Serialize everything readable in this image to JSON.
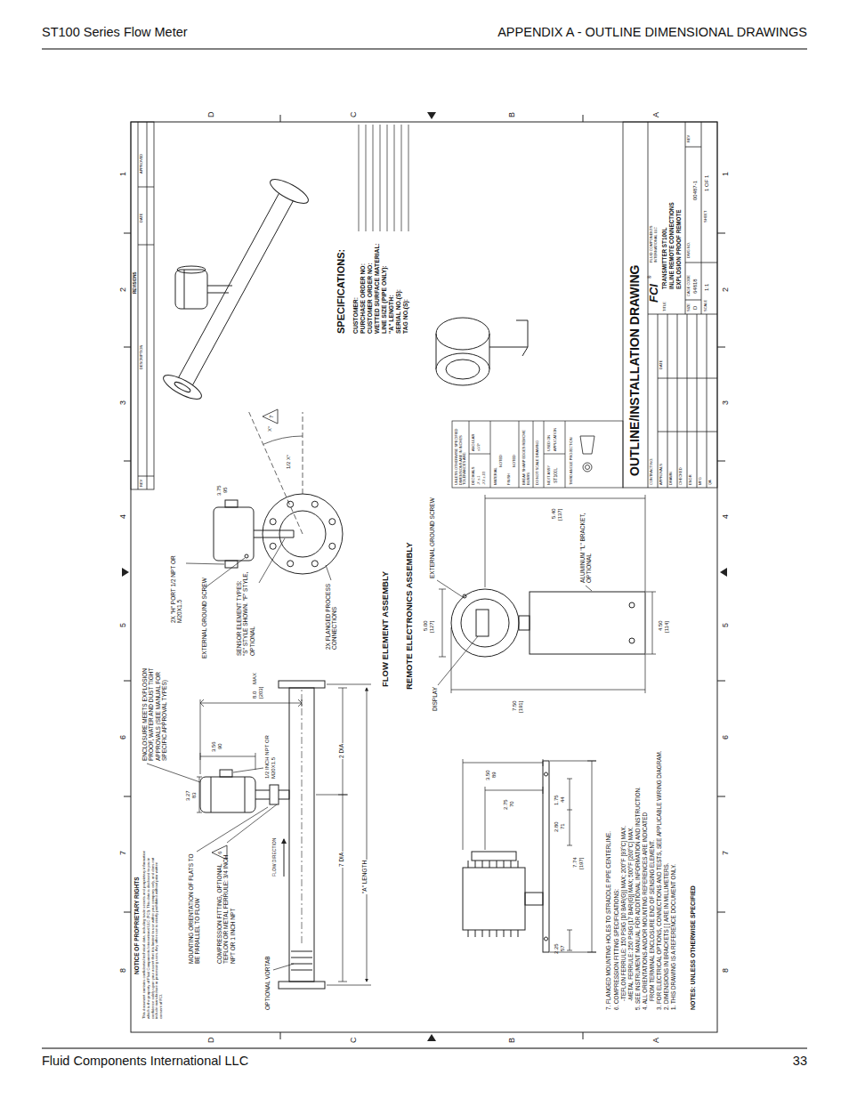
{
  "diagram": {
    "labels": [
      "ST100 Series Flow Meter",
      "APPENDIX A - OUTLINE DIMENSIONAL DRAWINGS",
      "Fluid Components International LLC",
      "33",
      "8",
      "7",
      "6",
      "5",
      "4",
      "3",
      "2",
      "1",
      "8",
      "7",
      "6",
      "5",
      "4",
      "3",
      "2",
      "1",
      "D",
      "C",
      "B",
      "A",
      "D",
      "C",
      "B",
      "A",
      "NOTICE OF PROPRIETARY RIGHTS",
      "This document contains confidential technical data, including trade secrets and proprietary information which is the property of Fluid Components International LLC (FCI). This data is disclosed to you in confidence solely upon your assent that it is limited to use within your company only, and does not include manufacture or processing uses. Any other use is strictly prohibited without prior written consent of FCI.",
      "REVISIONS",
      "REV",
      "DESCRIPTION",
      "DATE",
      "APPROVED",
      "MOUNTING ORIENTATION OF FLATS TO BE PARALLEL TO FLOW",
      "COMPRESSION FITTING, OPTIONAL TEFLON OR METAL FERRULE: 3/4 INCH NPT OR 1 INCH NPT",
      "6",
      "OPTIONAL VORTAB",
      "FLOW DIRECTION",
      "7 DIA",
      "2 DIA",
      "\"A\" LENGTH",
      "3.27",
      "83",
      "3.56",
      "90",
      "8.0",
      "MAX",
      "[203]",
      "ENCLOSURE MEETS EXPLOSION PROOF, WATER AND DUST TIGHT APPROVALS (SEE MANUAL FOR SPECIFIC APPROVAL TYPES)",
      "1/2 INCH NPT OR M20X1.5",
      "2X \"H\" PORT 1/2 NPT OR M20X1.5",
      "3.75",
      "95",
      "EXTERNAL GROUND SCREW",
      "SENSOR ELEMENT TYPES: \"S\" STYLE SHOWN. \"F\" STYLE, OPTIONAL",
      "2X FLANGED PROCESS CONNECTIONS",
      "FLOW ELEMENT ASSEMBLY",
      "1/2 X°",
      "X°",
      "7",
      "SPECIFICATIONS:",
      "CUSTOMER:",
      "PURCHASE ORDER NO:",
      "CUSTOMER ORDER NO:",
      "WETTED SURFACE MATERIAL:",
      "LINE SIZE (PIPE ONLY):",
      "\"A\" LENGTH:",
      "SERIAL NO.(S):",
      "TAG NO.(S):",
      "REMOTE ELECTRONICS ASSEMBLY",
      "DISPLAY",
      "5.00",
      "[127]",
      "EXTERNAL GROUND SCREW",
      "7.50",
      "[191]",
      "5.40",
      "[137]",
      "ALUMINUM \"L\" BRACKET, OPTIONAL",
      "4.50",
      "[114]",
      "7.74",
      "[197]",
      "3.50",
      "89",
      "2.75",
      "70",
      "1.75",
      "44",
      "2.80",
      "71",
      "2.25",
      "57",
      "7. FLANGED MOUNTING HOLES TO STRADDLE PIPE CENTERLINE.",
      "6. COMPRESSION FITTING SPECIFICATIONS:",
      "-TEFLON FERRULE: 150 PSIG [10 BAR(G)] MAX; 200°F [93°C] MAX.",
      "-METAL FERRULE: 250 PSIG [17 BAR(G)] MAX; 500°F [260°C] MAX.",
      "5. SEE INSTRUMENT MANUAL FOR ADDITIONAL INFORMATION AND INSTRUCTION.",
      "4. ALL ORIENTATIONS AND/OR MOUNTING REFERENCES ARE INDICATED",
      "FROM TERMINAL ENCLOSURE END OF SENSING ELEMENT.",
      "3. FOR ELECTRICAL OPTIONS, CONNECTIONS AND TESTS, SEE APPLICABLE WIRING DIAGRAM.",
      "2. DIMENSIONS IN BRACKETS [ ] ARE IN MILLIMETERS.",
      "1. THIS DRAWING IS A REFERENCE DOCUMENT ONLY.",
      "NOTES: UNLESS OTHERWISE SPECIFIED",
      "OUTLINE/INSTALLATION DRAWING",
      "UNLESS OTHERWISE SPECIFIED DIMENSIONS ARE IN INCHES TOLERANCES ARE:",
      "DECIMALS",
      "ANGULAR",
      ".X ±.1",
      ".XX ±.03",
      "±1/2°",
      "MATERIAL",
      "NOTED",
      "FINISH",
      "NOTED",
      "BREAK SHARP EDGES REMOVE BURRS",
      "DO NOT SCALE DRAWING",
      "NEXT ASSY",
      "USED ON",
      "ST100L",
      "APPLICATION",
      "THIRD ANGLE PROJECTION",
      "CONTRACT NO.",
      "APPROVALS",
      "DATE",
      "DRAWN",
      "CHECKED",
      "ENGR",
      "MFG",
      "QA",
      "FCI",
      "®",
      "FLUID COMPONENTS INTERNATIONAL LLC",
      "TITLE",
      "TRANSMITTER ST100L",
      "INLINE REMOTE CONNECTIONS",
      "EXPLOSION PROOF REMOTE",
      "SIZE",
      "CAGE CODE",
      "DWG NO.",
      "REV",
      "D",
      "64818",
      "00487-1",
      "SCALE",
      "1:1",
      "SHEET",
      "1 OF 1"
    ]
  }
}
